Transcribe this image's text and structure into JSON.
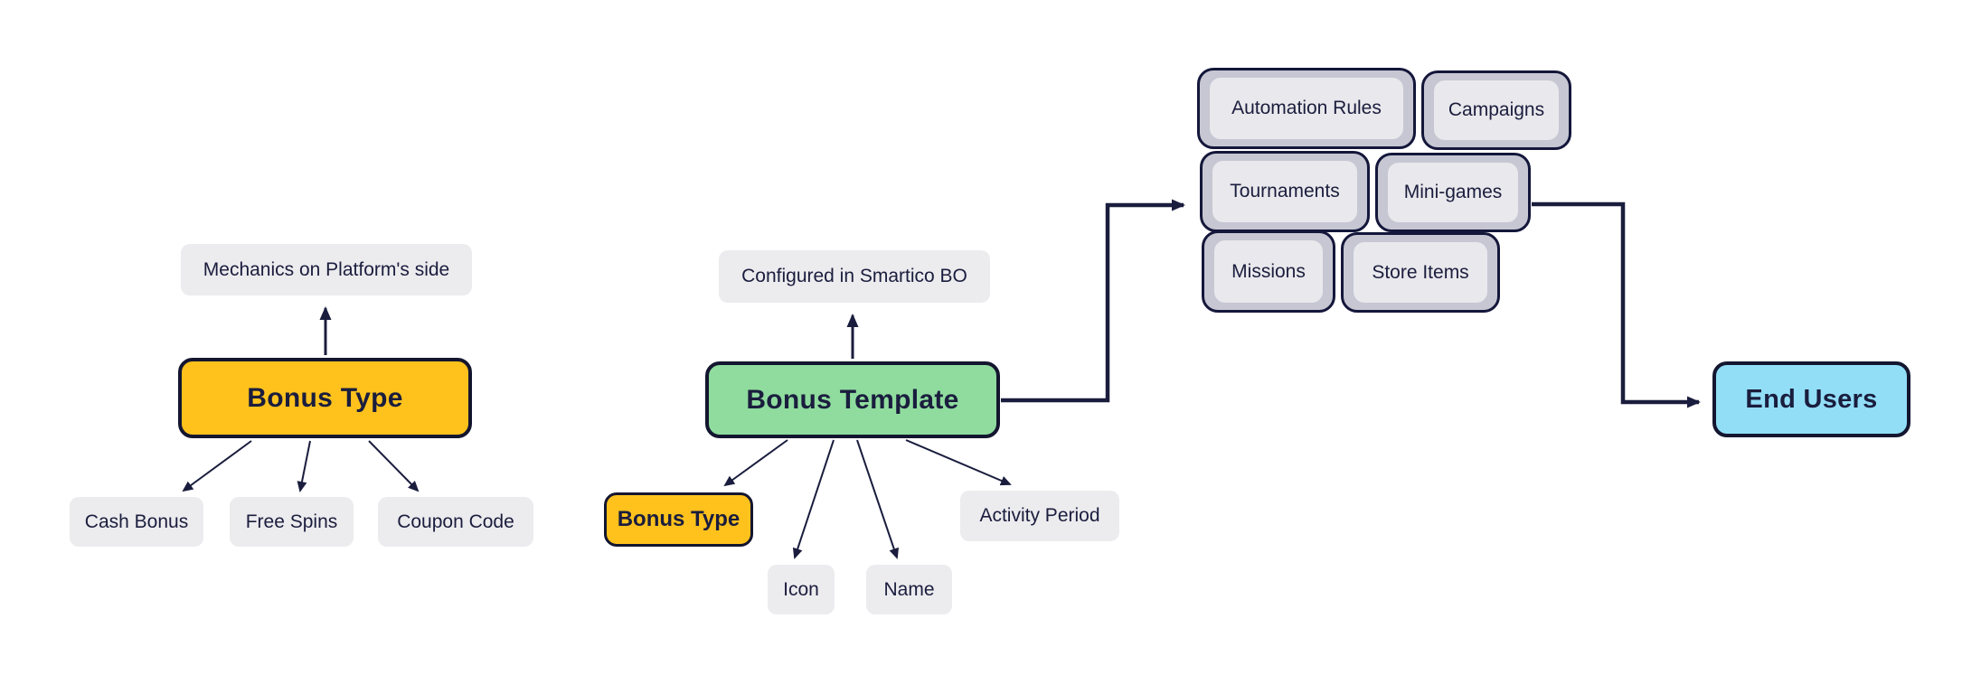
{
  "colors": {
    "navy": "#1A1D3D",
    "orange": "#FFC21D",
    "green": "#8FDC9E",
    "blue": "#92DEF7",
    "leaf": "#ECEBEE",
    "cluster-outer": "#C6C7D3",
    "cluster-inner": "#E9E8EC",
    "bg": "#FFFFFF"
  },
  "left_tree": {
    "note": "Mechanics on Platform's side",
    "root": "Bonus Type",
    "children": [
      "Cash Bonus",
      "Free Spins",
      "Coupon Code"
    ]
  },
  "center_tree": {
    "note": "Configured in Smartico BO",
    "root": "Bonus Template",
    "children": [
      "Bonus Type",
      "Icon",
      "Name",
      "Activity Period"
    ]
  },
  "cluster": {
    "items": [
      "Automation Rules",
      "Campaigns",
      "Tournaments",
      "Mini-games",
      "Missions",
      "Store Items"
    ]
  },
  "end_node": {
    "label": "End Users"
  }
}
